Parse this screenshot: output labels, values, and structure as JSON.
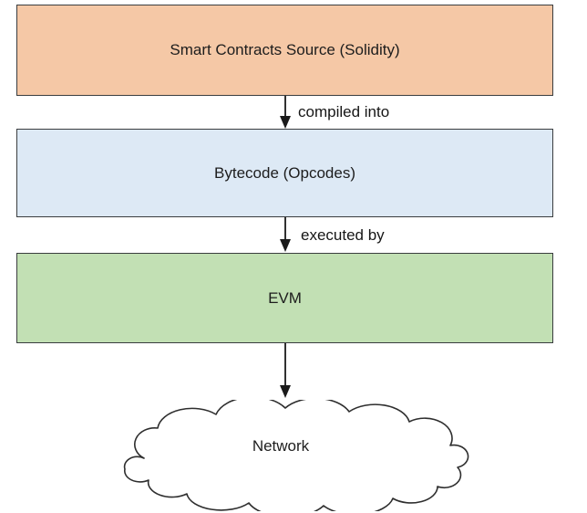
{
  "diagram": {
    "boxes": [
      {
        "id": "smart-contracts-source",
        "label": "Smart Contracts Source (Solidity)",
        "fill": "#F5C8A6"
      },
      {
        "id": "bytecode",
        "label": "Bytecode (Opcodes)",
        "fill": "#DDE9F5"
      },
      {
        "id": "evm",
        "label": "EVM",
        "fill": "#C2E0B4"
      }
    ],
    "arrows": [
      {
        "from": "smart-contracts-source",
        "to": "bytecode",
        "label": "compiled into"
      },
      {
        "from": "bytecode",
        "to": "evm",
        "label": "executed by"
      },
      {
        "from": "evm",
        "to": "network",
        "label": ""
      }
    ],
    "cloud": {
      "id": "network",
      "label": "Network"
    },
    "colors": {
      "box_border": "#3A3D3F",
      "arrow": "#1A1A1A",
      "cloud_outline": "#2E2E2E",
      "text": "#1D1D1D",
      "background": "#FFFFFF"
    }
  }
}
